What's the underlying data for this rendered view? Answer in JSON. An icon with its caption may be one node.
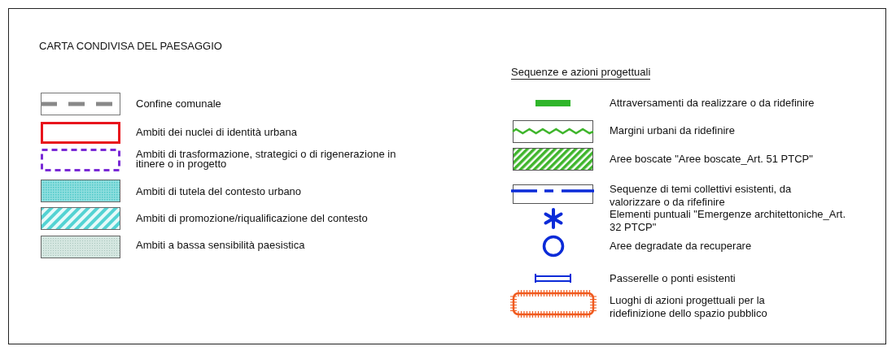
{
  "diagram": {
    "title": "CARTA CONDIVISA DEL PAESAGGIO",
    "labels": [
      "Sequenze e azioni progettuali"
    ],
    "legend": [
      {
        "text": "Confine comunale"
      },
      {
        "text": "Ambiti dei nuclei di identità urbana"
      },
      {
        "text": "Ambiti di trasformazione, strategici o di rigenerazione in itinere o in progetto"
      },
      {
        "text": "Ambiti di tutela del contesto urbano"
      },
      {
        "text": "Ambiti di promozione/riqualificazione del contesto"
      },
      {
        "text": "Ambiti a bassa sensibilità paesistica"
      },
      {
        "text": "Attraversamenti da realizzare o da ridefinire"
      },
      {
        "text": "Margini urbani da ridefinire"
      },
      {
        "text": "Aree boscate \"Aree boscate_Art. 51 PTCP\""
      },
      {
        "text": "Sequenze di temi collettivi esistenti, da valorizzare o da rifefinire"
      },
      {
        "text": "Elementi puntuali \"Emergenze architettoniche_Art. 32 PTCP\""
      },
      {
        "text": "Aree degradate da recuperare"
      },
      {
        "text": "Passerelle o ponti esistenti"
      },
      {
        "text": "Luoghi di azioni progettuali per la ridefinizione dello spazio pubblico"
      }
    ]
  }
}
